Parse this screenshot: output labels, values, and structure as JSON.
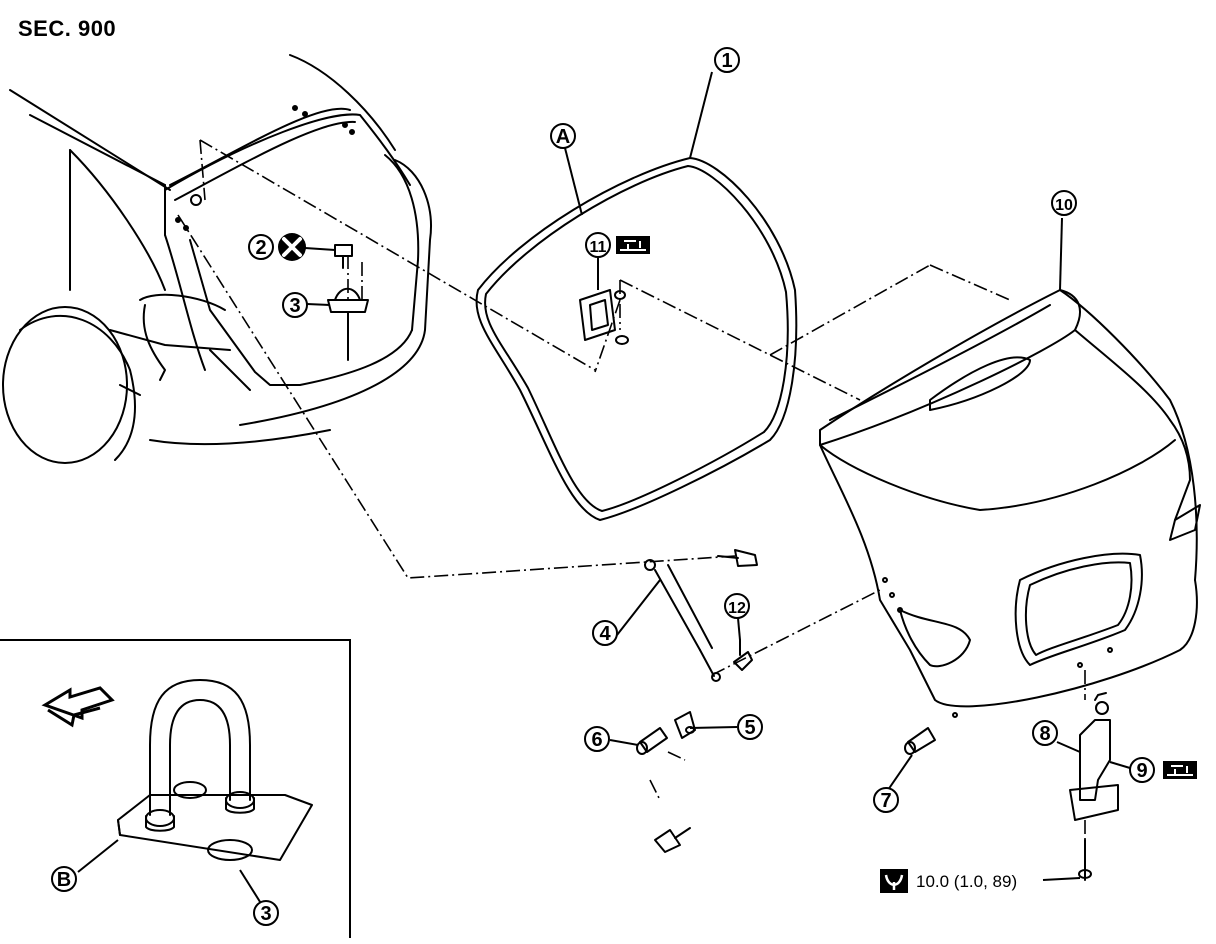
{
  "section_label": "SEC. 900",
  "callouts": {
    "c1": "1",
    "c2": "2",
    "c3": "3",
    "c3b": "3",
    "c4": "4",
    "c5": "5",
    "c6": "6",
    "c7": "7",
    "c8": "8",
    "c9": "9",
    "c10": "10",
    "c11": "11",
    "c12": "12",
    "cA": "A",
    "cB": "B"
  },
  "torque_spec": "10.0 (1.0, 89)",
  "icons": [
    "do-not-reuse-icon",
    "adjust-icon",
    "torque-wrench-icon",
    "front-arrow-icon"
  ]
}
